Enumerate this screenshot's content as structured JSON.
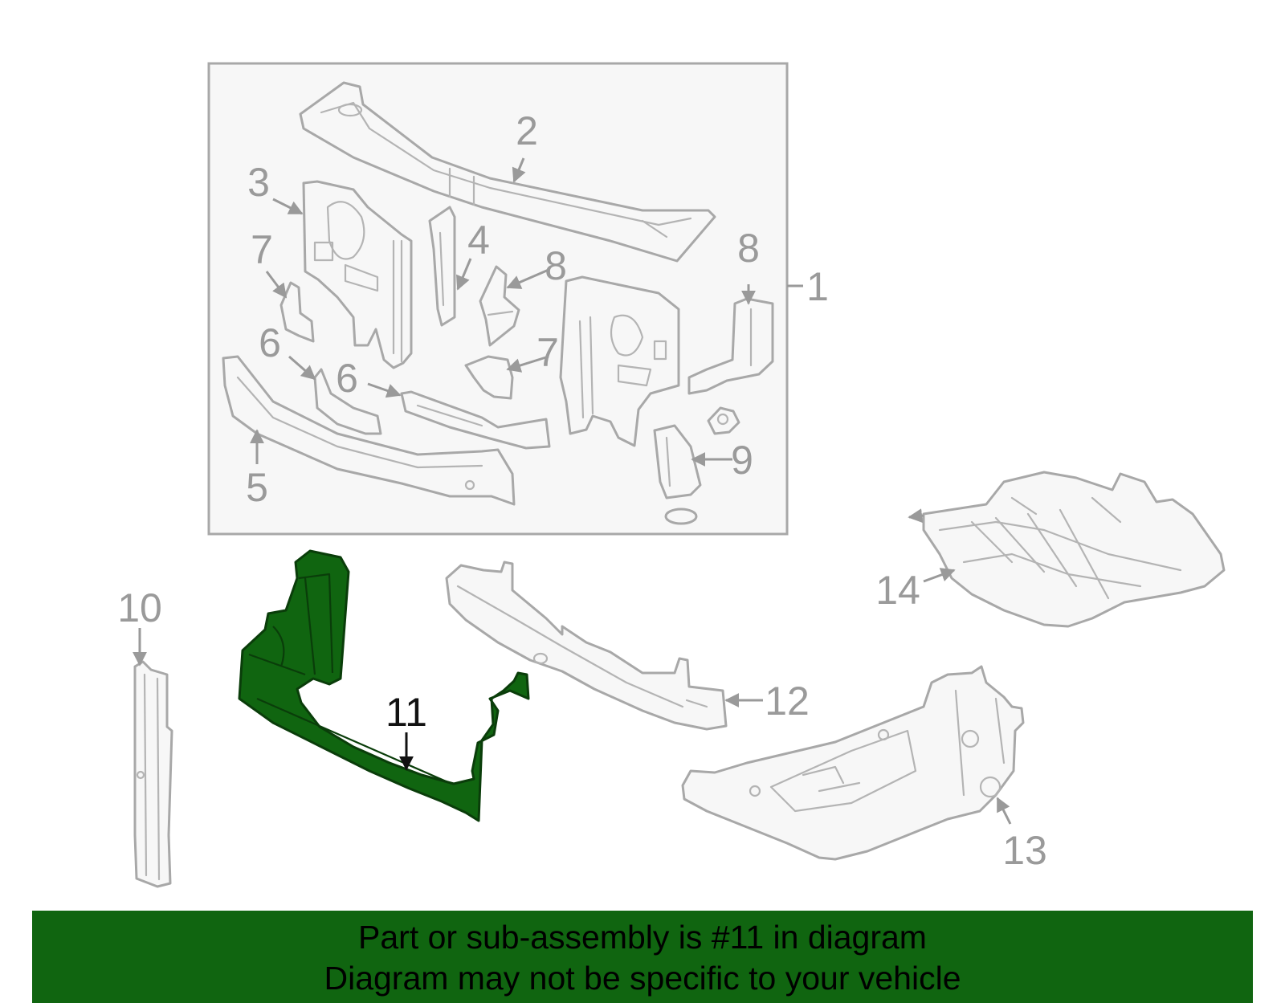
{
  "callouts": {
    "c1": "1",
    "c2": "2",
    "c3": "3",
    "c4": "4",
    "c5": "5",
    "c6a": "6",
    "c6b": "6",
    "c7a": "7",
    "c7b": "7",
    "c8a": "8",
    "c8b": "8",
    "c9": "9",
    "c10": "10",
    "c11": "11",
    "c12": "12",
    "c13": "13",
    "c14": "14"
  },
  "banner": {
    "line1": "Part or sub-assembly is #11 in diagram",
    "line2": "Diagram may not be specific to your vehicle"
  },
  "colors": {
    "highlight": "#106510",
    "banner": "#106510",
    "outline": "#a8a8a8",
    "label": "#9a9a9a"
  }
}
